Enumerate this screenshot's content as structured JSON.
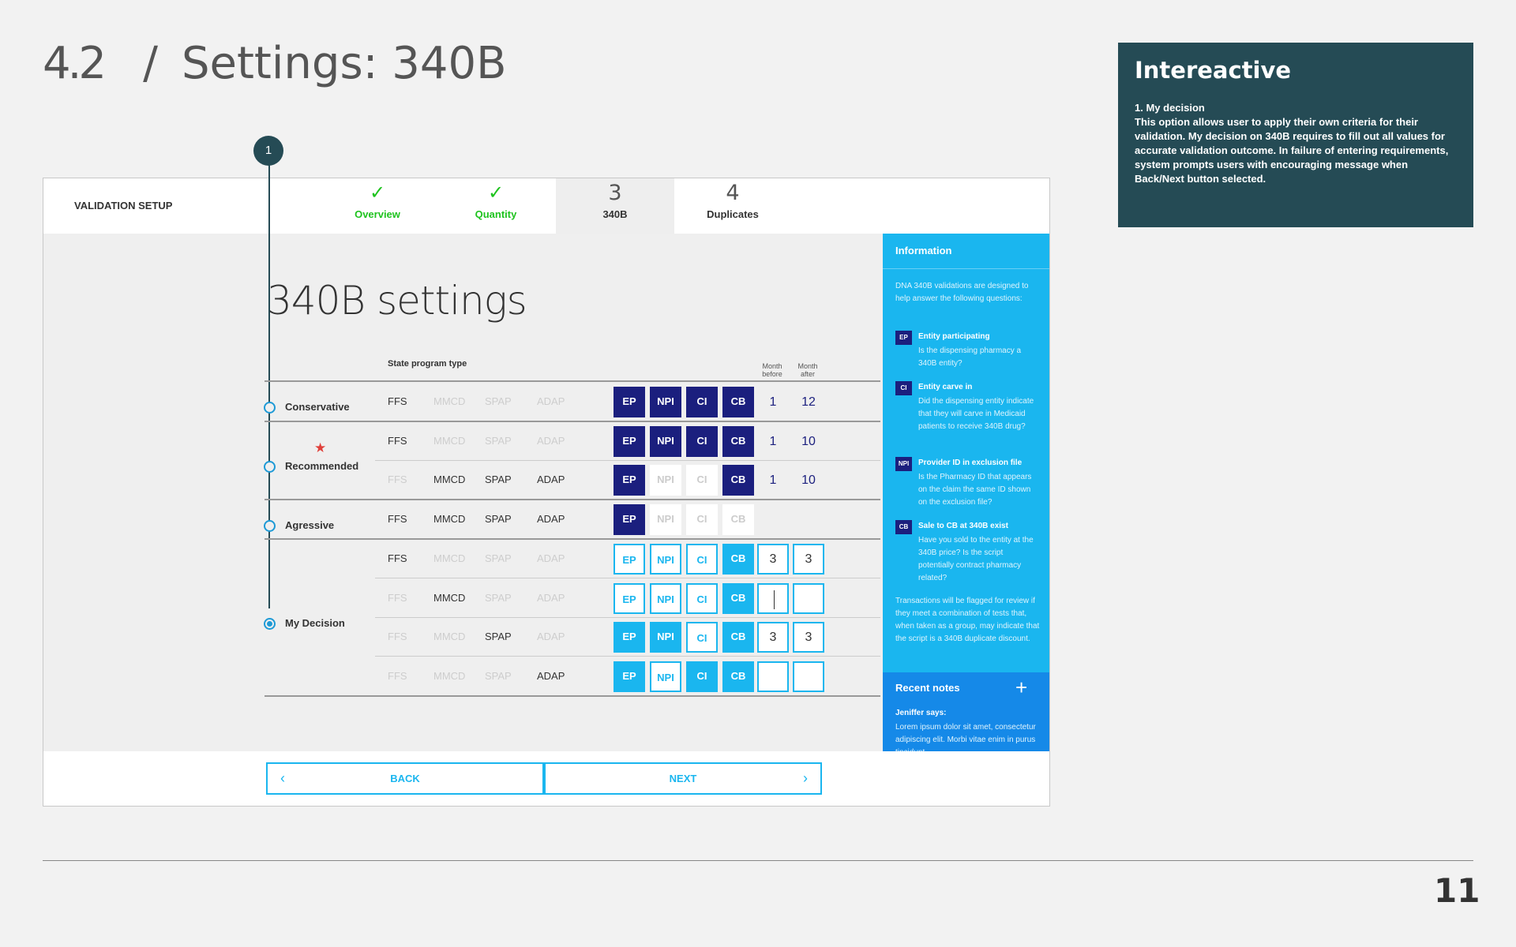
{
  "slide": {
    "section": "4.2",
    "title": "Settings:  340B",
    "page_number": "11"
  },
  "info_box": {
    "heading": "Intereactive",
    "item": "1.  My decision",
    "body": "This option allows user to apply their own criteria for their validation. My decision on 340B requires to fill out all values for accurate validation outcome. In failure of entering requirements, system prompts users with encouraging message when Back/Next button selected."
  },
  "callout_badge": "1",
  "header": {
    "label": "VALIDATION SETUP",
    "steps": [
      {
        "label": "Overview",
        "state": "done",
        "icon": "check-icon"
      },
      {
        "label": "Quantity",
        "state": "done",
        "icon": "check-icon"
      },
      {
        "number": "3",
        "label": "340B",
        "state": "active"
      },
      {
        "number": "4",
        "label": "Duplicates",
        "state": "upcoming"
      }
    ]
  },
  "main": {
    "title": "340B settings",
    "col_state_program": "State program type",
    "col_month_before": "Month before",
    "col_month_after": "Month after",
    "options": [
      {
        "label": "Conservative",
        "selected": false
      },
      {
        "label": "Recommended",
        "selected": false,
        "starred": true
      },
      {
        "label": "Agressive",
        "selected": false
      },
      {
        "label": "My Decision",
        "selected": true
      }
    ],
    "program_types": [
      "FFS",
      "MMCD",
      "SPAP",
      "ADAP"
    ],
    "criteria": [
      "EP",
      "NPI",
      "CI",
      "CB"
    ],
    "rows": [
      {
        "programs_on": [
          true,
          false,
          false,
          false
        ],
        "criteria_on": [
          true,
          true,
          true,
          true
        ],
        "style": "dark",
        "before": "1",
        "after": "12"
      },
      {
        "programs_on": [
          true,
          false,
          false,
          false
        ],
        "criteria_on": [
          true,
          true,
          true,
          true
        ],
        "style": "dark",
        "before": "1",
        "after": "10"
      },
      {
        "programs_on": [
          false,
          true,
          true,
          true
        ],
        "criteria_on": [
          true,
          false,
          false,
          true
        ],
        "style": "dark",
        "before": "1",
        "after": "10"
      },
      {
        "programs_on": [
          true,
          true,
          true,
          true
        ],
        "criteria_on": [
          true,
          false,
          false,
          false
        ],
        "style": "dark",
        "before": "",
        "after": ""
      },
      {
        "programs_on": [
          true,
          false,
          false,
          false
        ],
        "criteria_on": [
          false,
          false,
          false,
          true
        ],
        "style": "blue",
        "before": "3",
        "after": "3"
      },
      {
        "programs_on": [
          false,
          true,
          false,
          false
        ],
        "criteria_on": [
          false,
          false,
          false,
          true
        ],
        "style": "blue",
        "before": "",
        "after": ""
      },
      {
        "programs_on": [
          false,
          false,
          true,
          false
        ],
        "criteria_on": [
          true,
          true,
          false,
          true
        ],
        "style": "blue",
        "before": "3",
        "after": "3"
      },
      {
        "programs_on": [
          false,
          false,
          false,
          true
        ],
        "criteria_on": [
          true,
          false,
          true,
          true
        ],
        "style": "blue",
        "before": "",
        "after": ""
      }
    ]
  },
  "sidebar": {
    "heading": "Information",
    "intro": "DNA 340B validations are designed to help answer the following questions:",
    "definitions": [
      {
        "abbr": "EP",
        "title": "Entity participating",
        "desc": "Is the dispensing pharmacy a 340B entity?"
      },
      {
        "abbr": "CI",
        "title": "Entity carve in",
        "desc": "Did the dispensing entity indicate that they will carve in Medicaid patients to receive 340B drug?"
      },
      {
        "abbr": "NPI",
        "title": "Provider ID in exclusion file",
        "desc": "Is the Pharmacy ID that appears on the claim the same ID shown on the exclusion file?"
      },
      {
        "abbr": "CB",
        "title": "Sale to CB at 340B exist",
        "desc": "Have you sold to the entity at the 340B price? Is the script potentially contract pharmacy related?"
      }
    ],
    "outro": "Transactions will be flagged for review if they meet a combination of tests that, when taken as a group, may indicate that the script is a 340B duplicate discount.",
    "notes_heading": "Recent notes",
    "note_author": "Jeniffer says:",
    "note_body": "Lorem ipsum dolor sit amet, consectetur adipiscing elit. Morbi vitae enim in purus tincidunt."
  },
  "nav": {
    "back": "BACK",
    "next": "NEXT"
  },
  "colors": {
    "accent": "#1ab6ef",
    "navy": "#1b1f7e",
    "teal_dark": "#254b55",
    "success": "#1ec31e",
    "star": "#e0403a"
  }
}
